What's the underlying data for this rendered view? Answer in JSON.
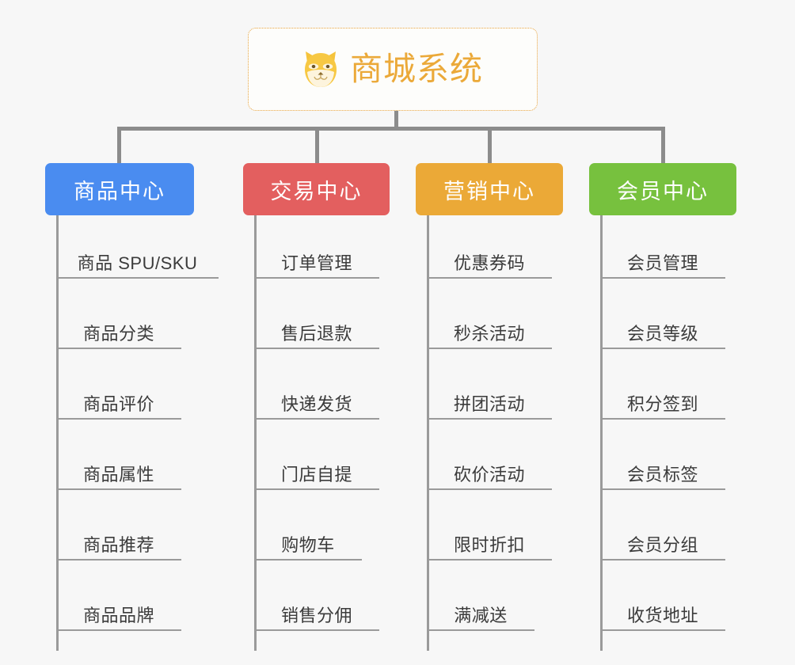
{
  "root": {
    "title": "商城系统",
    "icon": "shiba-inu-icon",
    "text_color": "#eba939",
    "border_color": "#e8a33d",
    "background": "#fdfdfb"
  },
  "canvas": {
    "background": "#f7f7f7",
    "connector_color": "#8c8c8c"
  },
  "branches": [
    {
      "label": "商品中心",
      "color": "#4a8cf0",
      "items": [
        "商品 SPU/SKU",
        "商品分类",
        "商品评价",
        "商品属性",
        "商品推荐",
        "商品品牌"
      ]
    },
    {
      "label": "交易中心",
      "color": "#e35f5f",
      "items": [
        "订单管理",
        "售后退款",
        "快递发货",
        "门店自提",
        "购物车",
        "销售分佣"
      ]
    },
    {
      "label": "营销中心",
      "color": "#eba937",
      "items": [
        "优惠券码",
        "秒杀活动",
        "拼团活动",
        "砍价活动",
        "限时折扣",
        "满减送"
      ]
    },
    {
      "label": "会员中心",
      "color": "#77c13e",
      "items": [
        "会员管理",
        "会员等级",
        "积分签到",
        "会员标签",
        "会员分组",
        "收货地址"
      ]
    }
  ]
}
